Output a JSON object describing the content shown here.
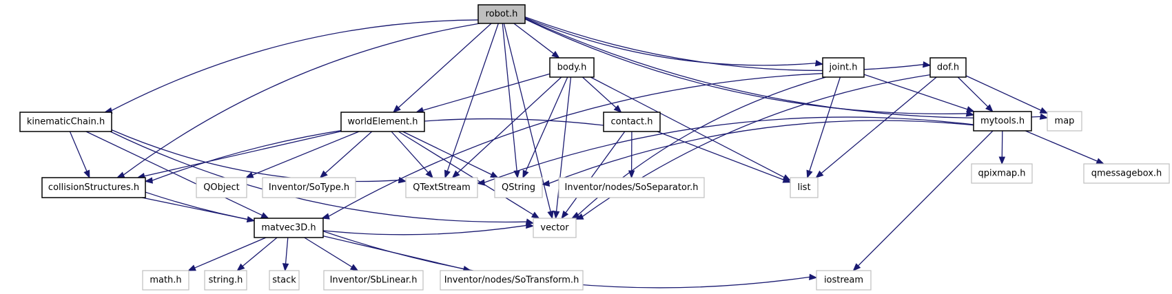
{
  "title": "robot.h include dependency graph",
  "colors": {
    "edge": "#191970",
    "root_fill": "#bfbfbf",
    "local_border": "#000000",
    "external_border": "#bfbfbf"
  },
  "nodes": [
    {
      "id": "robot",
      "label": "robot.h",
      "kind": "root"
    },
    {
      "id": "kinematicChain",
      "label": "kinematicChain.h",
      "kind": "local"
    },
    {
      "id": "collisionStructures",
      "label": "collisionStructures.h",
      "kind": "local"
    },
    {
      "id": "worldElement",
      "label": "worldElement.h",
      "kind": "local"
    },
    {
      "id": "body",
      "label": "body.h",
      "kind": "local"
    },
    {
      "id": "contact",
      "label": "contact.h",
      "kind": "local"
    },
    {
      "id": "joint",
      "label": "joint.h",
      "kind": "local"
    },
    {
      "id": "dof",
      "label": "dof.h",
      "kind": "local"
    },
    {
      "id": "mytools",
      "label": "mytools.h",
      "kind": "local"
    },
    {
      "id": "matvec3D",
      "label": "matvec3D.h",
      "kind": "local"
    },
    {
      "id": "map",
      "label": "map",
      "kind": "external"
    },
    {
      "id": "QObject",
      "label": "QObject",
      "kind": "external"
    },
    {
      "id": "SoType",
      "label": "Inventor/SoType.h",
      "kind": "external"
    },
    {
      "id": "QTextStream",
      "label": "QTextStream",
      "kind": "external"
    },
    {
      "id": "QString",
      "label": "QString",
      "kind": "external"
    },
    {
      "id": "SoSeparator",
      "label": "Inventor/nodes/SoSeparator.h",
      "kind": "external"
    },
    {
      "id": "list",
      "label": "list",
      "kind": "external"
    },
    {
      "id": "qpixmap",
      "label": "qpixmap.h",
      "kind": "external"
    },
    {
      "id": "qmessagebox",
      "label": "qmessagebox.h",
      "kind": "external"
    },
    {
      "id": "vector",
      "label": "vector",
      "kind": "external"
    },
    {
      "id": "math",
      "label": "math.h",
      "kind": "external"
    },
    {
      "id": "string",
      "label": "string.h",
      "kind": "external"
    },
    {
      "id": "stack",
      "label": "stack",
      "kind": "external"
    },
    {
      "id": "SbLinear",
      "label": "Inventor/SbLinear.h",
      "kind": "external"
    },
    {
      "id": "SoTransform",
      "label": "Inventor/nodes/SoTransform.h",
      "kind": "external"
    },
    {
      "id": "iostream",
      "label": "iostream",
      "kind": "external"
    }
  ],
  "edges": [
    [
      "robot",
      "kinematicChain"
    ],
    [
      "robot",
      "collisionStructures"
    ],
    [
      "robot",
      "worldElement"
    ],
    [
      "robot",
      "body"
    ],
    [
      "robot",
      "joint"
    ],
    [
      "robot",
      "dof"
    ],
    [
      "robot",
      "mytools"
    ],
    [
      "robot",
      "map"
    ],
    [
      "robot",
      "QTextStream"
    ],
    [
      "robot",
      "QString"
    ],
    [
      "robot",
      "vector"
    ],
    [
      "kinematicChain",
      "collisionStructures"
    ],
    [
      "kinematicChain",
      "matvec3D"
    ],
    [
      "kinematicChain",
      "vector"
    ],
    [
      "kinematicChain",
      "QTextStream"
    ],
    [
      "collisionStructures",
      "matvec3D"
    ],
    [
      "collisionStructures",
      "vector"
    ],
    [
      "worldElement",
      "collisionStructures"
    ],
    [
      "worldElement",
      "QObject"
    ],
    [
      "worldElement",
      "SoType"
    ],
    [
      "worldElement",
      "QTextStream"
    ],
    [
      "worldElement",
      "QString"
    ],
    [
      "worldElement",
      "vector"
    ],
    [
      "body",
      "worldElement"
    ],
    [
      "body",
      "contact"
    ],
    [
      "body",
      "QTextStream"
    ],
    [
      "body",
      "QString"
    ],
    [
      "body",
      "list"
    ],
    [
      "body",
      "vector"
    ],
    [
      "contact",
      "collisionStructures"
    ],
    [
      "contact",
      "SoSeparator"
    ],
    [
      "contact",
      "list"
    ],
    [
      "contact",
      "vector"
    ],
    [
      "joint",
      "mytools"
    ],
    [
      "joint",
      "list"
    ],
    [
      "joint",
      "vector"
    ],
    [
      "joint",
      "matvec3D"
    ],
    [
      "dof",
      "mytools"
    ],
    [
      "dof",
      "map"
    ],
    [
      "dof",
      "list"
    ],
    [
      "dof",
      "vector"
    ],
    [
      "mytools",
      "QTextStream"
    ],
    [
      "mytools",
      "QString"
    ],
    [
      "mytools",
      "qpixmap"
    ],
    [
      "mytools",
      "qmessagebox"
    ],
    [
      "mytools",
      "iostream"
    ],
    [
      "matvec3D",
      "math"
    ],
    [
      "matvec3D",
      "string"
    ],
    [
      "matvec3D",
      "stack"
    ],
    [
      "matvec3D",
      "SbLinear"
    ],
    [
      "matvec3D",
      "SoTransform"
    ],
    [
      "matvec3D",
      "iostream"
    ]
  ]
}
